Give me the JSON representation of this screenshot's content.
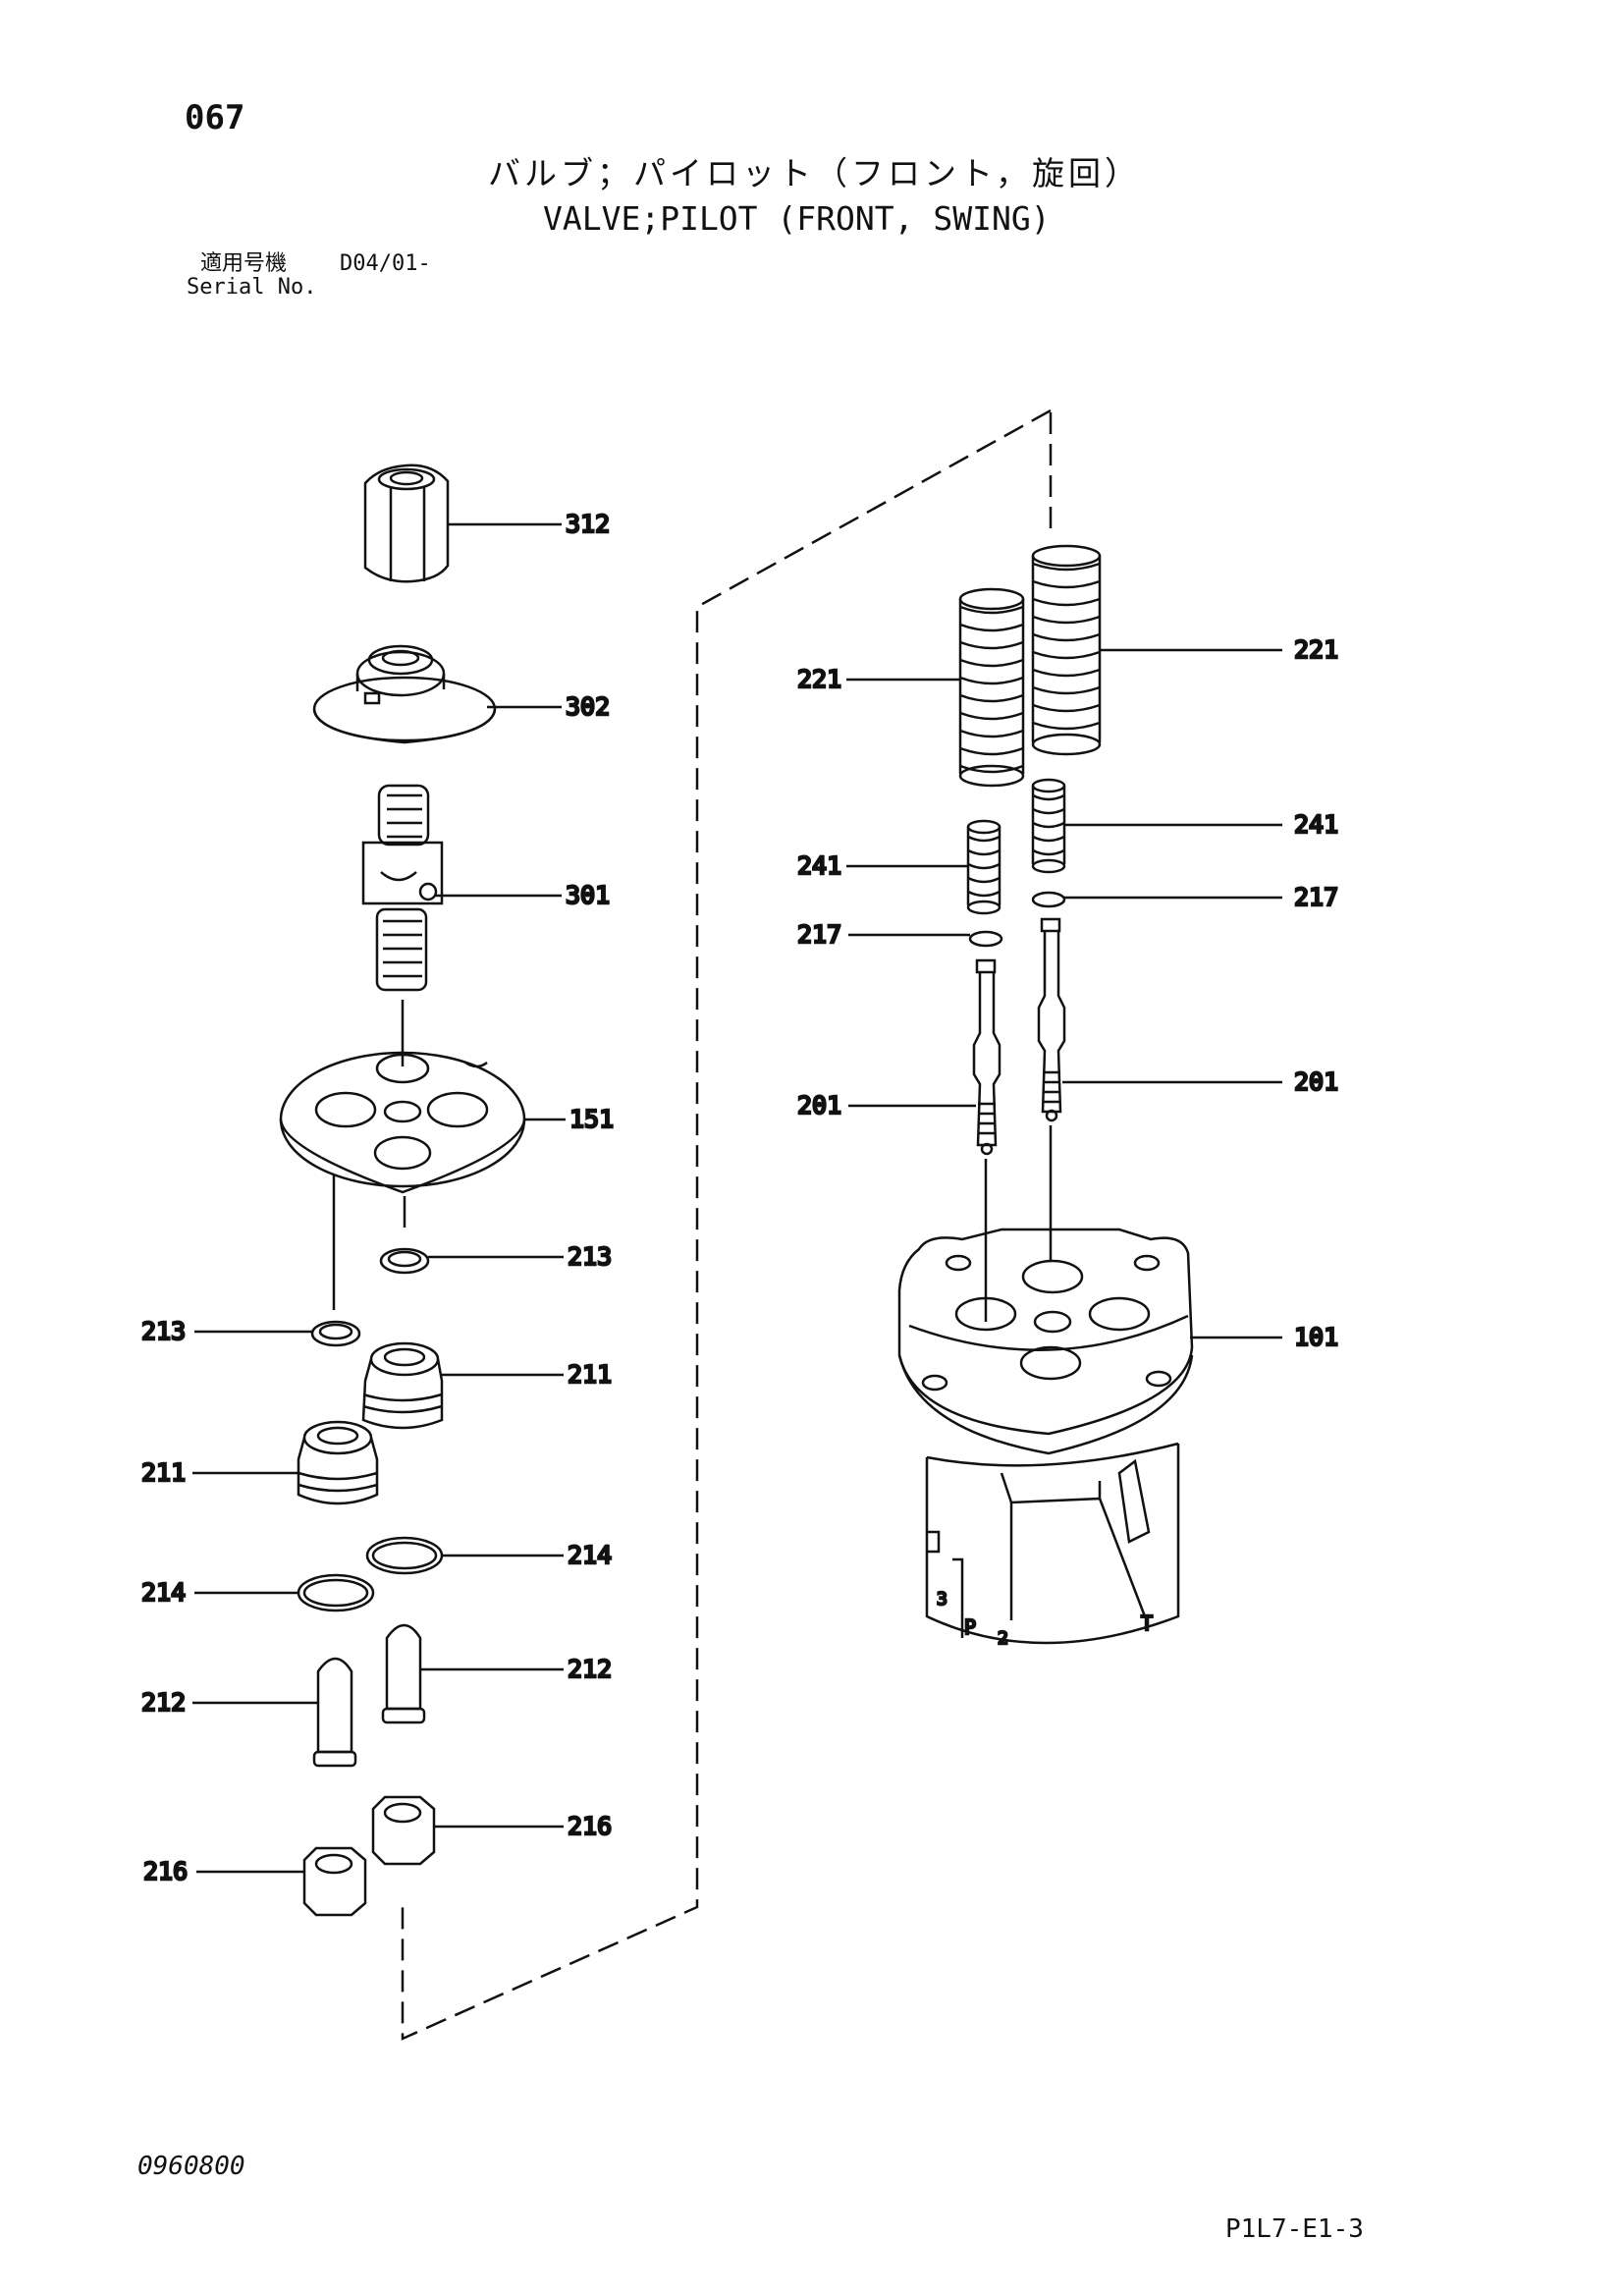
{
  "header": {
    "page_number": "067",
    "title_jp": "バルブ；パイロット（フロント，旋回）",
    "title_en": "VALVE;PILOT (FRONT, SWING)",
    "serial_label_jp": "適用号機",
    "serial_code": "D04/01-",
    "serial_label_en": "Serial No."
  },
  "parts": {
    "p312": "312",
    "p302": "302",
    "p301": "301",
    "p151": "151",
    "p213a": "213",
    "p213b": "213",
    "p211a": "211",
    "p211b": "211",
    "p214a": "214",
    "p214b": "214",
    "p212a": "212",
    "p212b": "212",
    "p216a": "216",
    "p216b": "216",
    "p221a": "221",
    "p221b": "221",
    "p241a": "241",
    "p241b": "241",
    "p217a": "217",
    "p217b": "217",
    "p201a": "201",
    "p201b": "201",
    "p101": "101"
  },
  "port_marks": {
    "m3": "3",
    "mP": "P",
    "m2": "2",
    "mT": "T"
  },
  "footer": {
    "doc_code": "0960800",
    "figure_code": "P1L7-E1-3"
  }
}
